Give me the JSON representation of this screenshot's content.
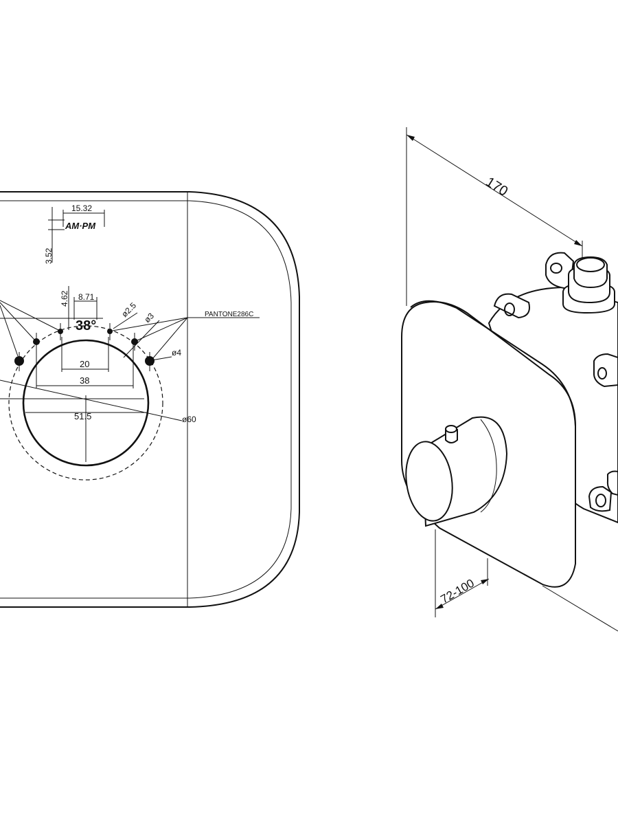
{
  "front_view": {
    "dim_text_width": "15.32",
    "dim_text_height": "3.52",
    "label_am_pm": "AM·PM",
    "dim_offset": "4.62",
    "dim_pin_spacing": "8.71",
    "angle": "38°",
    "dia_pin": "ø2.5",
    "dia_mark_medium": "ø3",
    "dia_mark_large": "ø4",
    "color_code": "PANTONE286C",
    "dim_inner_20": "20",
    "dim_inner_38": "38",
    "dim_opening": "51.5",
    "dia_outer": "ø60"
  },
  "side_view": {
    "dim_width": "170",
    "dim_depth": "72-100"
  }
}
